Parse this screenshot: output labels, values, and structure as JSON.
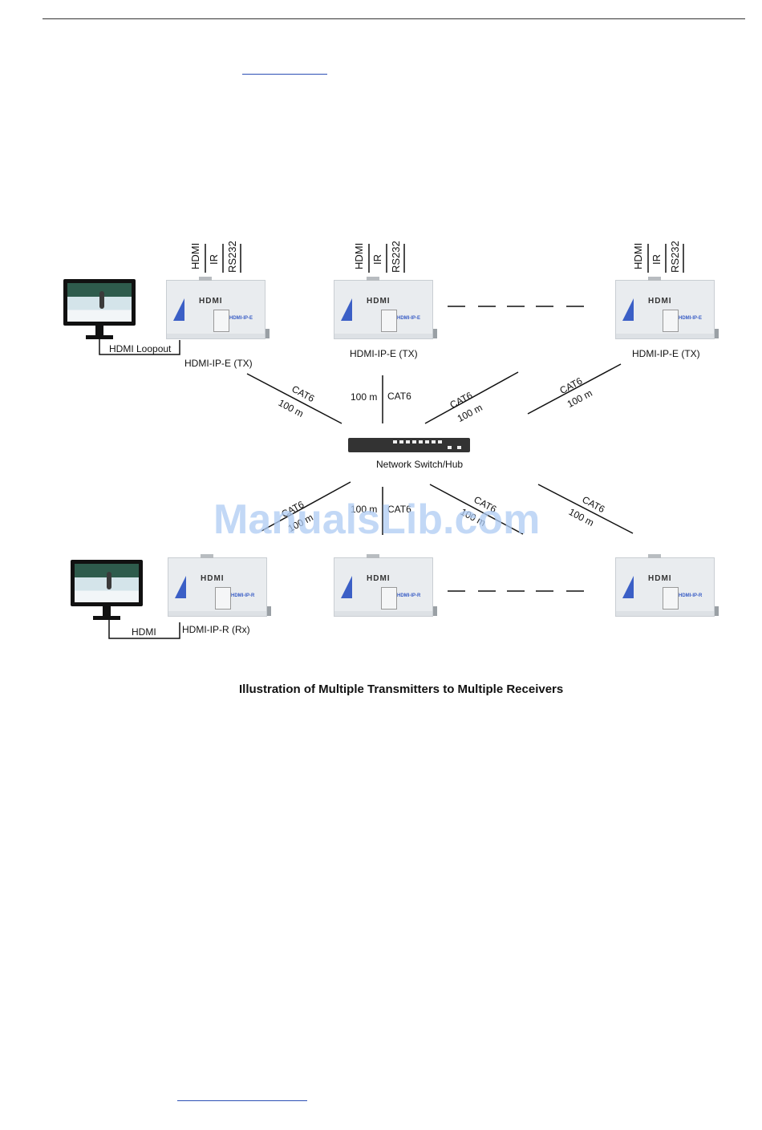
{
  "diagram": {
    "caption": "Illustration of  Multiple Transmitters to Multiple Receivers",
    "watermark": "ManualsLib.com",
    "signal_labels": [
      "HDMI",
      "IR",
      "RS232"
    ],
    "switch_label": "Network Switch/Hub",
    "transmitters": [
      {
        "label": "HDMI-IP-E (TX)",
        "device_logo": "HDMI",
        "device_model": "HDMI-IP-E"
      },
      {
        "label": "HDMI-IP-E (TX)",
        "device_logo": "HDMI",
        "device_model": "HDMI-IP-E"
      },
      {
        "label": "HDMI-IP-E (TX)",
        "device_logo": "HDMI",
        "device_model": "HDMI-IP-E"
      }
    ],
    "receivers": [
      {
        "label": "HDMI-IP-R (Rx)",
        "device_logo": "HDMI",
        "device_model": "HDMI-IP-R"
      },
      {
        "label": "",
        "device_logo": "HDMI",
        "device_model": "HDMI-IP-R"
      },
      {
        "label": "",
        "device_logo": "HDMI",
        "device_model": "HDMI-IP-R"
      }
    ],
    "monitor_top_cable": "HDMI Loopout",
    "monitor_bottom_cable": "HDMI",
    "links": {
      "cable": "CAT6",
      "distance": "100 m"
    },
    "icons": [
      "monitor-icon",
      "network-switch-icon",
      "hdmi-extender-icon"
    ]
  }
}
